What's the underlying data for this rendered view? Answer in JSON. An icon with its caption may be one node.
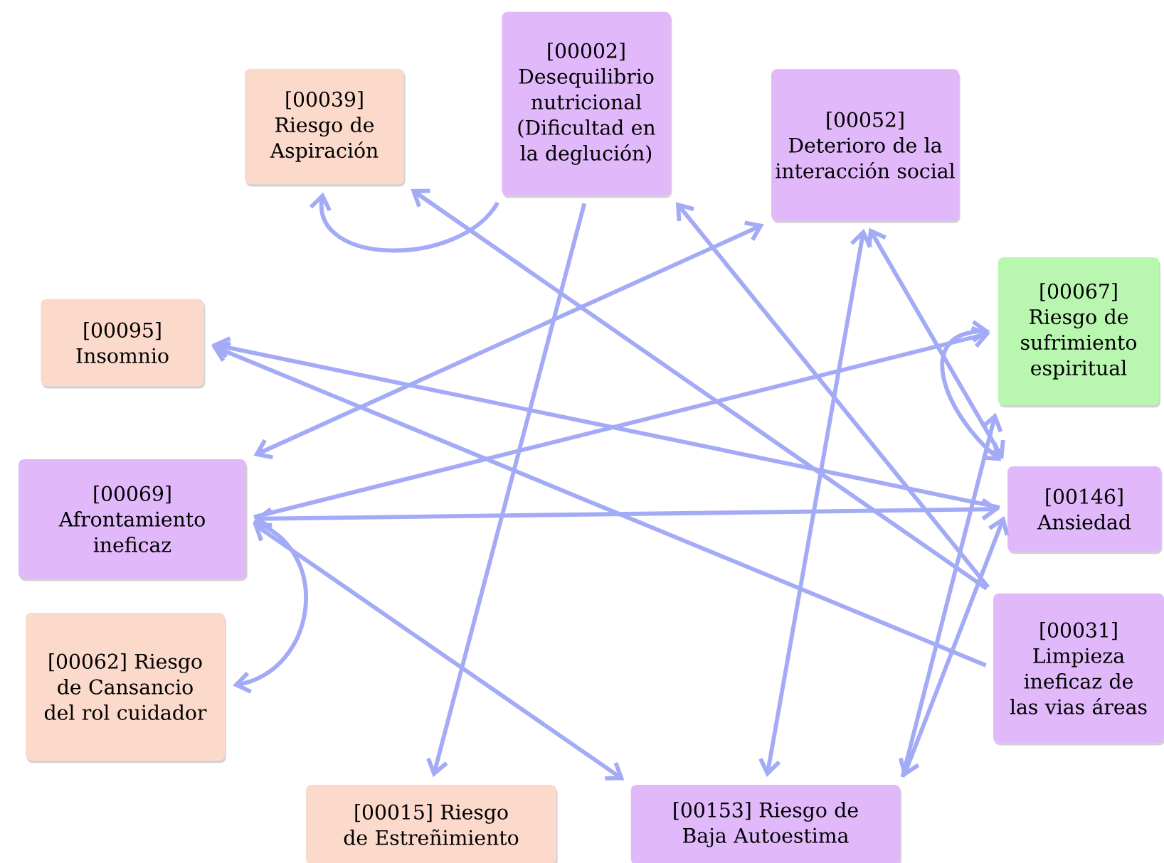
{
  "diagram": {
    "nodes": [
      {
        "text": [
          "[00039] Riesgo de Aspiración"
        ]
      },
      {
        "text": [
          "[00002] Desequilibrio nutricional (Dificultad en la deglución)"
        ]
      },
      {
        "text": [
          "[00052] Deterioro de la interacción social"
        ]
      },
      {
        "text": [
          "[00095] Insomnio"
        ]
      },
      {
        "text": [
          "[00067] Riesgo de sufrimiento espiritual"
        ]
      },
      {
        "text": [
          "[00069] Afrontamiento ineficaz"
        ]
      },
      {
        "text": [
          "[00146] Ansiedad"
        ]
      },
      {
        "text": [
          "[00062] Riesgo de Cansancio del rol cuidador"
        ]
      },
      {
        "text": [
          "[00031] Limpieza ineficaz de las vias áreas"
        ]
      },
      {
        "text": [
          "[00015] Riesgo de Estreñimiento"
        ]
      },
      {
        "text": [
          "[00153] Riesgo de Baja Autoestima"
        ]
      }
    ],
    "edges": [
      {
        "from": 1,
        "to": 0,
        "arrow": "to"
      },
      {
        "from": 8,
        "to": 0,
        "arrow": "to"
      },
      {
        "from": 8,
        "to": 1,
        "arrow": "to"
      },
      {
        "from": 1,
        "to": 9,
        "arrow": "to"
      },
      {
        "from": 5,
        "to": 2,
        "arrow": "both"
      },
      {
        "from": 6,
        "to": 2,
        "arrow": "both"
      },
      {
        "from": 10,
        "to": 2,
        "arrow": "both"
      },
      {
        "from": 6,
        "to": 4,
        "arrow": "both"
      },
      {
        "from": 10,
        "to": 4,
        "arrow": "to"
      },
      {
        "from": 5,
        "to": 4,
        "arrow": "to"
      },
      {
        "from": 6,
        "to": 3,
        "arrow": "to"
      },
      {
        "from": 8,
        "to": 3,
        "arrow": "to"
      },
      {
        "from": 6,
        "to": 5,
        "arrow": "both"
      },
      {
        "from": 5,
        "to": 10,
        "arrow": "both"
      },
      {
        "from": 6,
        "to": 10,
        "arrow": "both"
      },
      {
        "from": 5,
        "to": 7,
        "arrow": "to"
      }
    ]
  }
}
